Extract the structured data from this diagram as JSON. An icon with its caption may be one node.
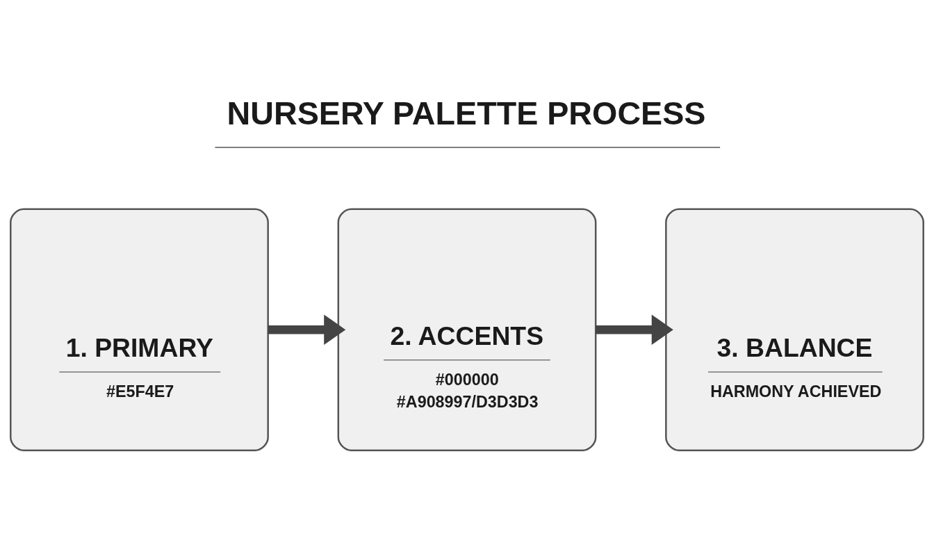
{
  "diagram": {
    "title": "NURSERY PALETTE PROCESS",
    "nodes": [
      {
        "text": [
          "1. PRIMARY",
          "#E5F4E7"
        ]
      },
      {
        "text": [
          "2. ACCENTS",
          "#000000",
          "#A908997/D3D3D3"
        ]
      },
      {
        "text": [
          "3. BALANCE",
          "HARMONY ACHIEVED"
        ]
      }
    ],
    "edges": [
      {
        "from": 0,
        "to": 1,
        "arrow": "to"
      },
      {
        "from": 1,
        "to": 2,
        "arrow": "to"
      }
    ]
  }
}
